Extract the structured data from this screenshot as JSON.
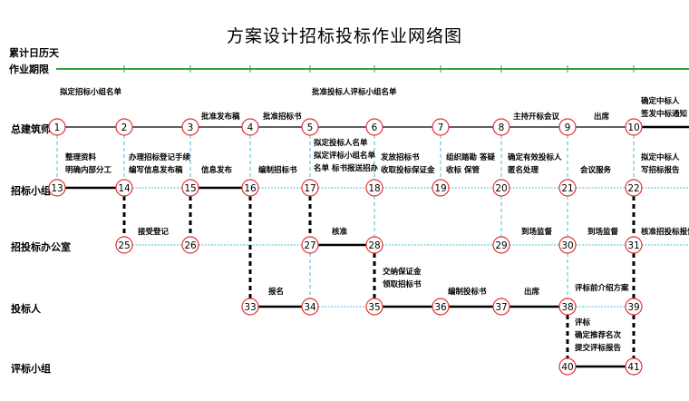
{
  "title": "方案设计招标投标作业网络图",
  "header": {
    "line1": "累计日历天",
    "line2": "作业期限"
  },
  "lanes": [
    {
      "id": "l1",
      "label": "总建筑师"
    },
    {
      "id": "l2",
      "label": "招标小组"
    },
    {
      "id": "l3",
      "label": "招投标办公室"
    },
    {
      "id": "l4",
      "label": "投标人"
    },
    {
      "id": "l5",
      "label": "评标小组"
    }
  ],
  "nodes": [
    "1",
    "2",
    "3",
    "4",
    "5",
    "6",
    "7",
    "8",
    "9",
    "10",
    "13",
    "14",
    "15",
    "16",
    "17",
    "18",
    "19",
    "20",
    "21",
    "22",
    "25",
    "26",
    "27",
    "28",
    "29",
    "30",
    "31",
    "33",
    "34",
    "35",
    "36",
    "37",
    "38",
    "39",
    "40",
    "41"
  ],
  "labels": [
    "拟定招标小组名单",
    "批准发布稿",
    "批准招标书",
    "批准投标人评标小组名单",
    "主持开标会议",
    "出席",
    "确定中标人",
    "签发中标通知",
    "整理资料",
    "明确内部分工",
    "办理招标登记手续",
    "编写信息发布稿",
    "信息发布",
    "编制招标书",
    "拟定投标人名单",
    "拟定评标小组名单",
    "名单  标书报送招办",
    "发放招标书",
    "收取投标保证金",
    "组织踏勘 答疑",
    "收标  保管",
    "确定有效投标人",
    "匿名处理",
    "会议服务",
    "拟定中标人",
    "写招标报告",
    "接受登记",
    "核准",
    "到场监督",
    "到场监督",
    "核准招投标报告",
    "报名",
    "交纳保证金",
    "领取招标书",
    "编制投标书",
    "出席",
    "评标前介绍方案",
    "评标",
    "确定推荐名次",
    "提交评标报告"
  ]
}
